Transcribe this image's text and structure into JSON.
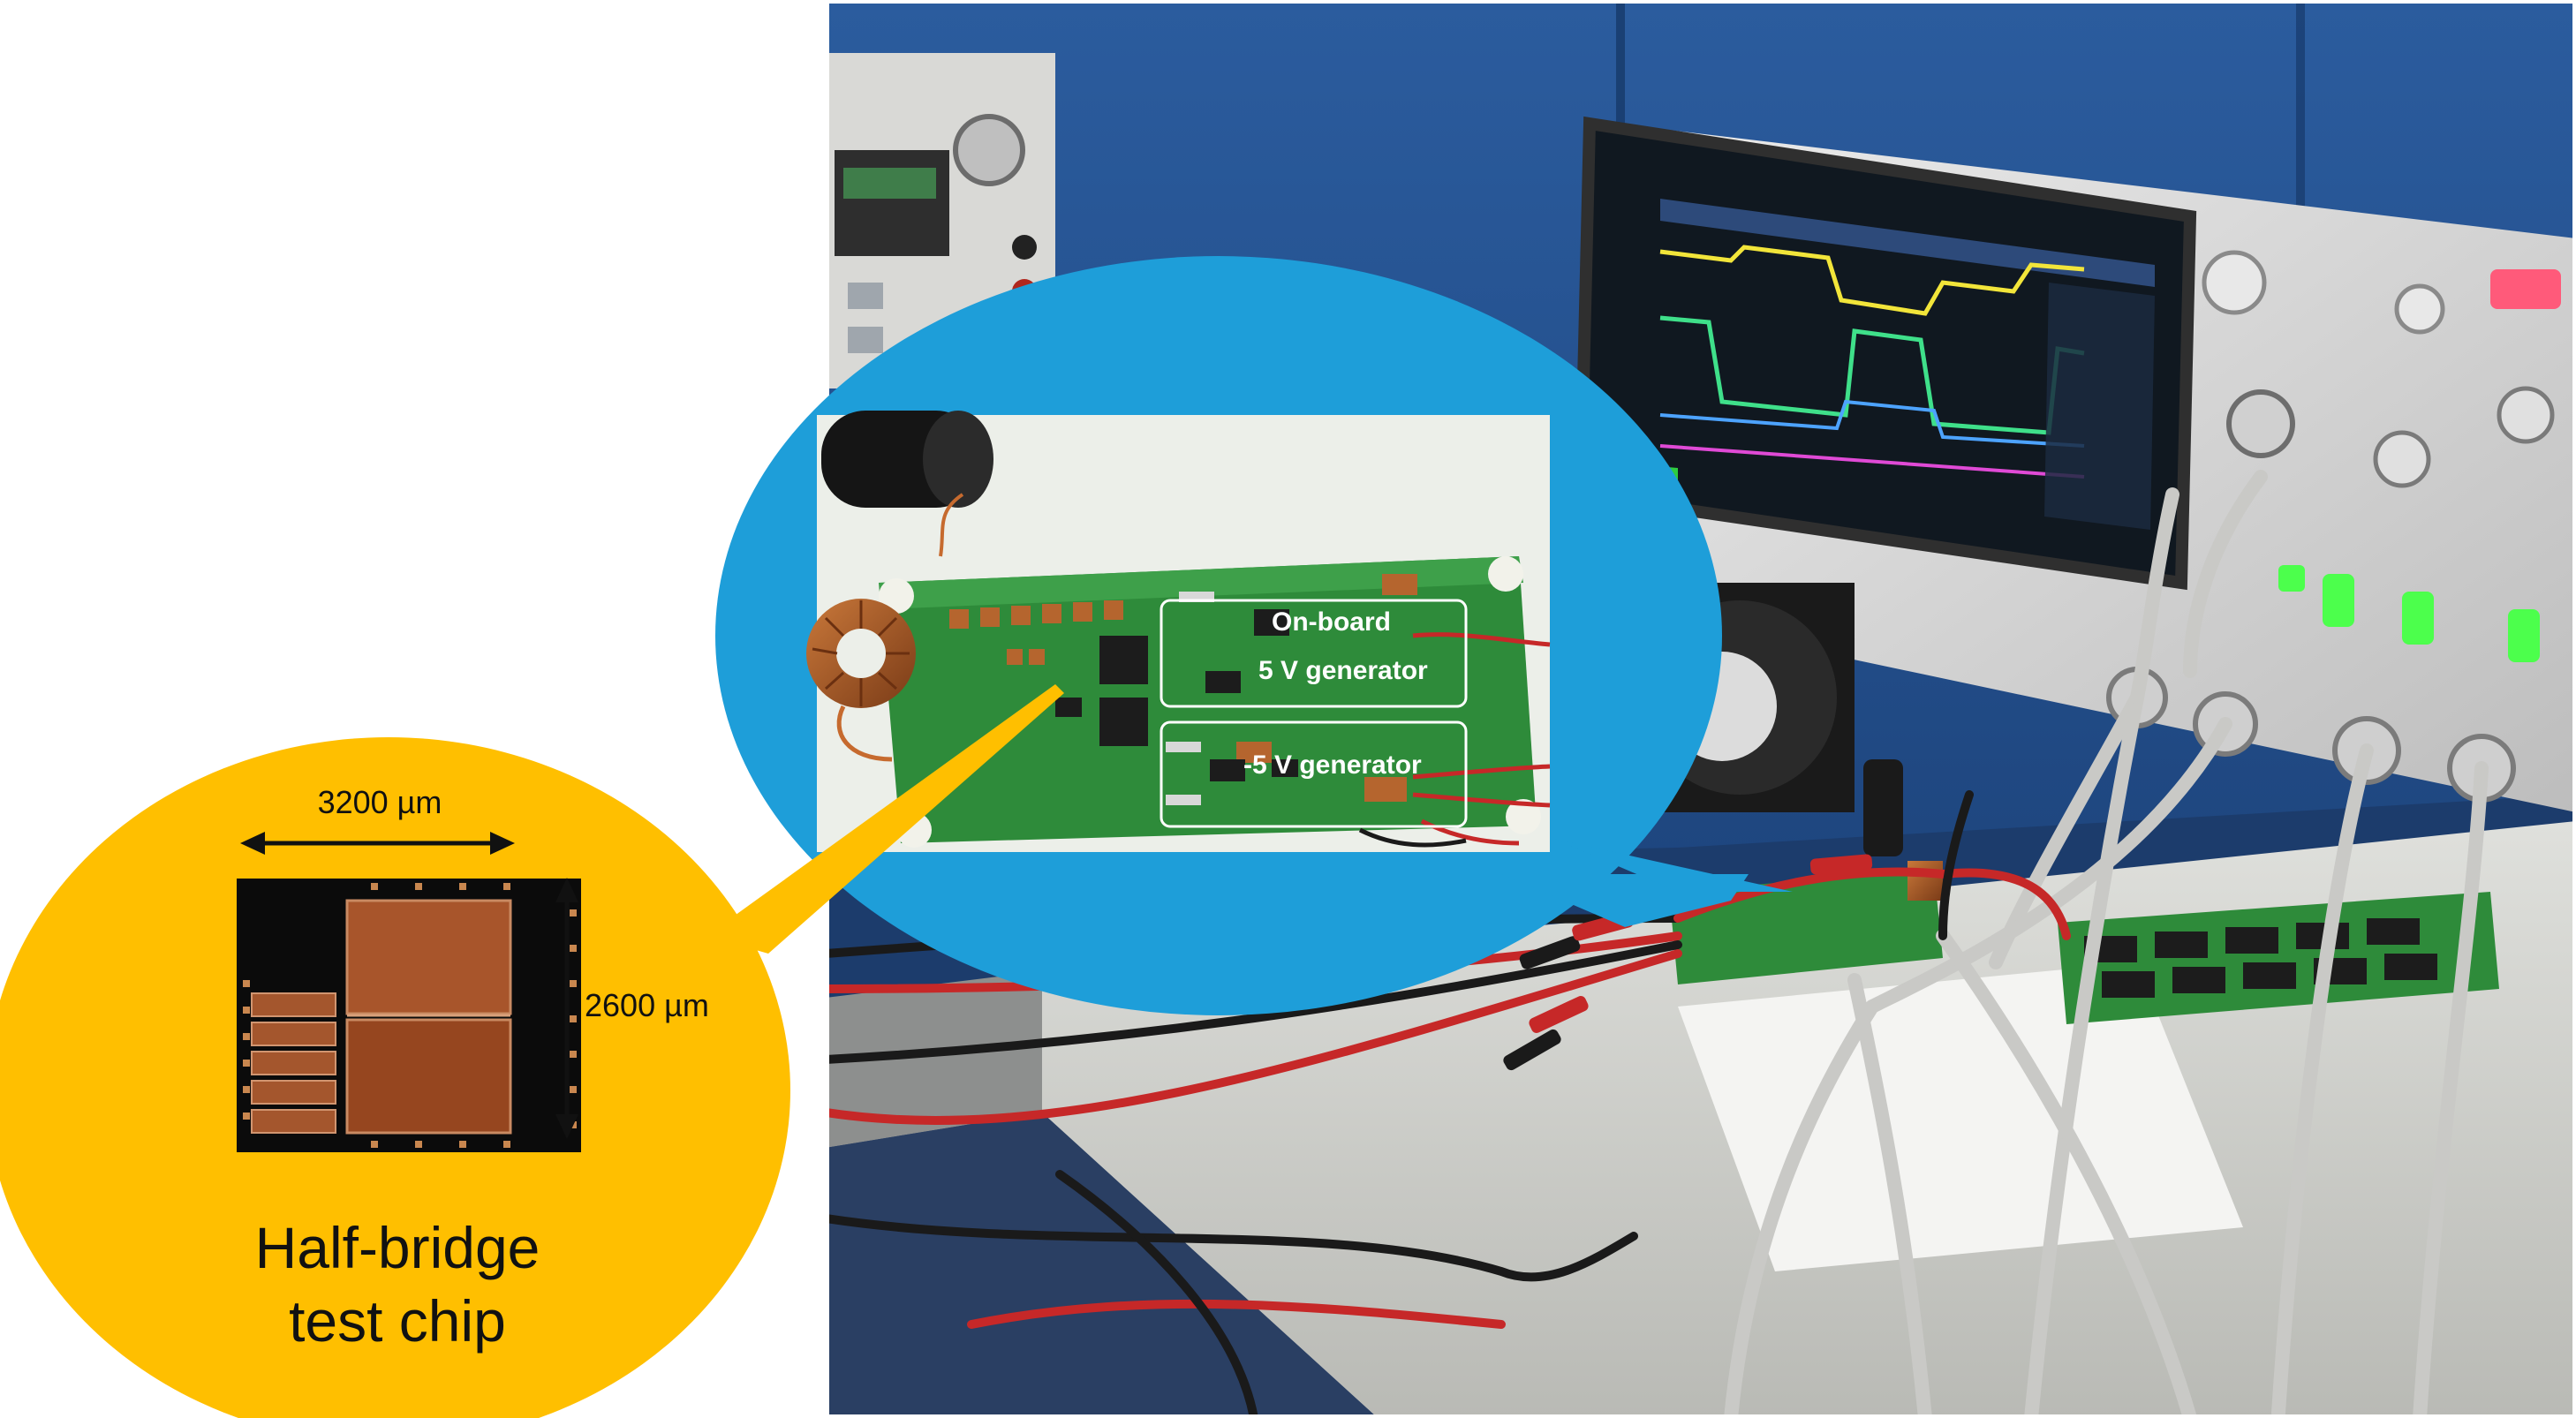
{
  "chip_callout": {
    "caption_line1": "Half-bridge",
    "caption_line2": "test chip",
    "width_label": "3200 µm",
    "height_label": "2600 µm"
  },
  "board_callout": {
    "onboard_line1": "On-board",
    "onboard_line2": "5 V generator",
    "negative_label": "-5 V generator"
  },
  "colors": {
    "chip_bubble": "#FFBF00",
    "board_bubble": "#1E9ED9",
    "pcb_green": "#2E8B3A",
    "copper": "#B5652E",
    "lab_wall_blue": "#1F4E8C"
  }
}
